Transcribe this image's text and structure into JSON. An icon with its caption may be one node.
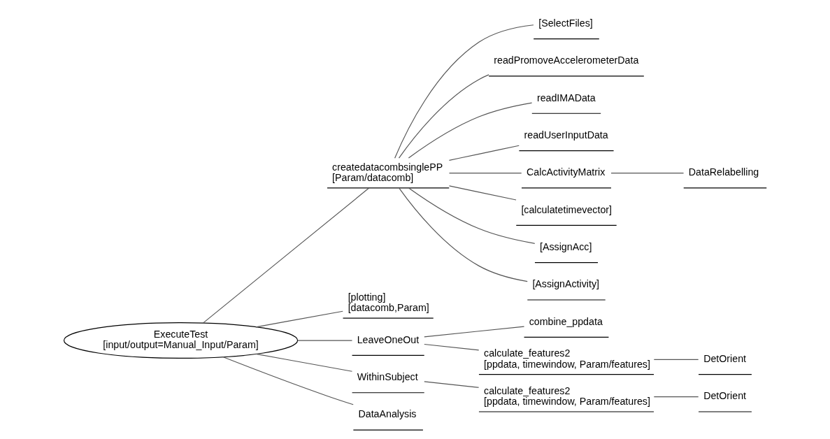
{
  "diagram": {
    "nodes": [
      {
        "text": [
          "ExecuteTest",
          "[input/output=Manual_Input/Param]"
        ]
      },
      {
        "text": [
          "createdatacombsinglePP",
          "[Param/datacomb]"
        ]
      },
      {
        "text": [
          "[SelectFiles]"
        ]
      },
      {
        "text": [
          "readPromoveAccelerometerData"
        ]
      },
      {
        "text": [
          "readIMAData"
        ]
      },
      {
        "text": [
          "readUserInputData"
        ]
      },
      {
        "text": [
          "CalcActivityMatrix"
        ]
      },
      {
        "text": [
          "DataRelabelling"
        ]
      },
      {
        "text": [
          "[calculatetimevector]"
        ]
      },
      {
        "text": [
          "[AssignAcc]"
        ]
      },
      {
        "text": [
          "[AssignActivity]"
        ]
      },
      {
        "text": [
          "[plotting]",
          "[datacomb,Param]"
        ]
      },
      {
        "text": [
          "LeaveOneOut"
        ]
      },
      {
        "text": [
          "combine_ppdata"
        ]
      },
      {
        "text": [
          "calculate_features2",
          "[ppdata, timewindow, Param/features]"
        ]
      },
      {
        "text": [
          "DetOrient"
        ]
      },
      {
        "text": [
          "WithinSubject"
        ]
      },
      {
        "text": [
          "calculate_features2",
          "[ppdata, timewindow, Param/features]"
        ]
      },
      {
        "text": [
          "DetOrient"
        ]
      },
      {
        "text": [
          "DataAnalysis"
        ]
      }
    ],
    "edges": [
      {
        "from": 0,
        "to": 1,
        "arrow": "none"
      },
      {
        "from": 1,
        "to": 2,
        "arrow": "none"
      },
      {
        "from": 1,
        "to": 3,
        "arrow": "none"
      },
      {
        "from": 1,
        "to": 4,
        "arrow": "none"
      },
      {
        "from": 1,
        "to": 5,
        "arrow": "none"
      },
      {
        "from": 1,
        "to": 6,
        "arrow": "none"
      },
      {
        "from": 6,
        "to": 7,
        "arrow": "none"
      },
      {
        "from": 1,
        "to": 8,
        "arrow": "none"
      },
      {
        "from": 1,
        "to": 9,
        "arrow": "none"
      },
      {
        "from": 1,
        "to": 10,
        "arrow": "none"
      },
      {
        "from": 0,
        "to": 11,
        "arrow": "none"
      },
      {
        "from": 0,
        "to": 12,
        "arrow": "none"
      },
      {
        "from": 12,
        "to": 13,
        "arrow": "none"
      },
      {
        "from": 12,
        "to": 14,
        "arrow": "none"
      },
      {
        "from": 14,
        "to": 15,
        "arrow": "none"
      },
      {
        "from": 0,
        "to": 16,
        "arrow": "none"
      },
      {
        "from": 16,
        "to": 17,
        "arrow": "none"
      },
      {
        "from": 17,
        "to": 18,
        "arrow": "none"
      },
      {
        "from": 0,
        "to": 19,
        "arrow": "none"
      }
    ]
  }
}
